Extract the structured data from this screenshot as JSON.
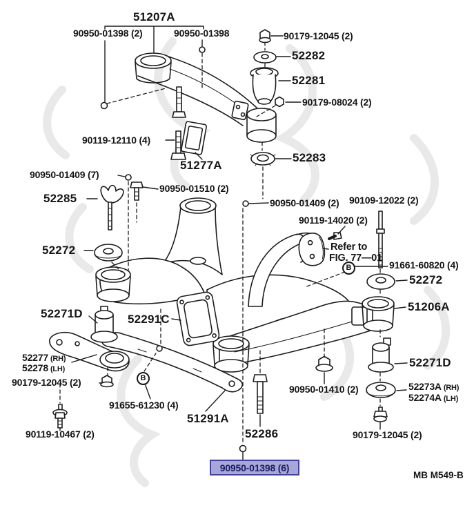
{
  "colors": {
    "highlight_bg": "#a6a6d8",
    "highlight_border": "#42429e",
    "highlight_text": "#1c1c66",
    "line": "#1c1c1c",
    "watermark": "#e9e9e9"
  },
  "doc_code": "MB M549-B",
  "symbols": {
    "circled_b": "B"
  },
  "labels": {
    "upper_member": "51207A",
    "bolt_90950_01398_2": "90950-01398 (2)",
    "bolt_90950_01398": "90950-01398",
    "nut_90179_12045_top": "90179-12045 (2)",
    "washer_52282": "52282",
    "cushion_52281": "52281",
    "nut_90179_08024": "90179-08024 (2)",
    "bolt_90119_12110": "90119-12110 (4)",
    "plate_51277a": "51277A",
    "grommet_52283": "52283",
    "stud_90950_01409_7": "90950-01409 (7)",
    "bolt_90950_01510": "90950-01510 (2)",
    "clip_52285": "52285",
    "washer_52272_left": "52272",
    "stud_90950_01409_2": "90950-01409 (2)",
    "bolt_90109_12022": "90109-12022 (2)",
    "bolt_90119_14020": "90119-14020 (2)",
    "refer_note_line1": "Refer to",
    "refer_note_line2": "FIG. 77—01",
    "bolt_91661_60820": "91661-60820 (4)",
    "washer_52272_right": "52272",
    "lower_member_51206a": "51206A",
    "cushion_52271d_left": "52271D",
    "damper_52291c": "52291C",
    "bracket_52277": "52277",
    "bracket_52277_side": "(RH)",
    "bracket_52278": "52278",
    "bracket_52278_side": "(LH)",
    "nut_90179_12045_left": "90179-12045 (2)",
    "bolt_91655_61230": "91655-61230 (4)",
    "brace_51291a": "51291A",
    "bolt_52286": "52286",
    "nut_90950_01410": "90950-01410 (2)",
    "cushion_52271d_right": "52271D",
    "retainer_52273a": "52273A",
    "retainer_52273a_side": "(RH)",
    "retainer_52274a": "52274A",
    "retainer_52274a_side": "(LH)",
    "bolt_90179_12045_right": "90179-12045 (2)",
    "bolt_90119_10467": "90119-10467 (2)",
    "highlighted_part": "90950-01398 (6)"
  }
}
